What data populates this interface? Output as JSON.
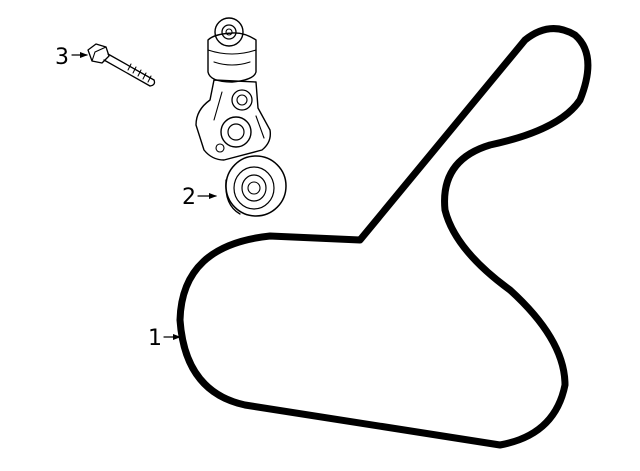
{
  "diagram": {
    "callouts": [
      {
        "label": "1",
        "part": "serpentine-belt"
      },
      {
        "label": "2",
        "part": "belt-tensioner"
      },
      {
        "label": "3",
        "part": "tensioner-bolt"
      }
    ]
  }
}
